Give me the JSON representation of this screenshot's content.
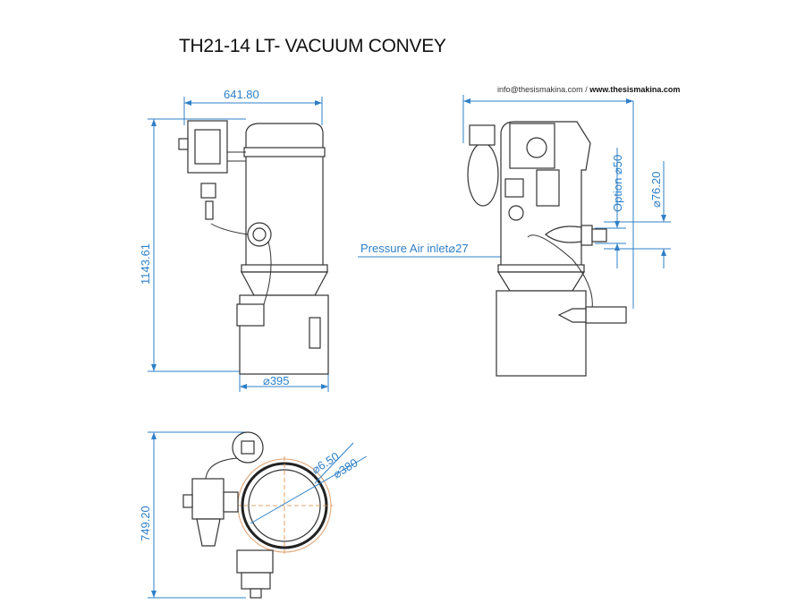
{
  "title": "TH21-14 LT- VACUUM CONVEY",
  "contact": {
    "email": "info@thesismakina.com",
    "separator": " / ",
    "website": "www.thesismakina.com"
  },
  "front_view": {
    "width_dim": "641.80",
    "height_dim": "1143.61",
    "base_diameter": "⌀395"
  },
  "side_view": {
    "pressure_inlet": "Pressure Air inlet⌀27",
    "option_dim": "Option ⌀50",
    "outlet_dim": "⌀76.20"
  },
  "top_view": {
    "depth_dim": "749.20",
    "wall_dim": "⌀6.50",
    "body_diameter": "⌀380"
  },
  "colors": {
    "dimension": "#2f80c8",
    "centerline": "#e08a3c"
  }
}
